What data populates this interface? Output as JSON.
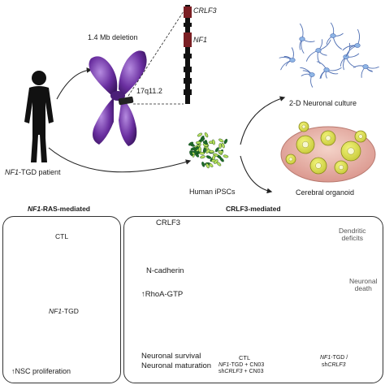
{
  "top": {
    "patient_prefix": "NF1",
    "patient_suffix": "-TGD patient",
    "deletion_label": "1.4 Mb deletion",
    "locus_label": "17q11.2",
    "gene_crlf3": "CRLF3",
    "gene_nf1": "NF1",
    "ipsc_label": "Human iPSCs",
    "culture_label": "2-D Neuronal culture",
    "organoid_label": "Cerebral organoid"
  },
  "left_panel": {
    "title_prefix": "NF1",
    "title_suffix": "-RAS-mediated",
    "ctl_label": "CTL",
    "tgd_prefix": "NF1",
    "tgd_suffix": "-TGD",
    "result_arrow": "↑",
    "result_text": "NSC proliferation"
  },
  "right_panel": {
    "title": "CRLF3-mediated",
    "pathway": [
      "CRLF3",
      "N-cadherin",
      "RhoA-GTP"
    ],
    "rhoa_arrow": "↑",
    "outcome_line1": "Neuronal survival",
    "outcome_line2": "Neuronal maturation",
    "dendritic_line1": "Dendritic",
    "dendritic_line2": "deficits",
    "death_line1": "Neuronal",
    "death_line2": "death",
    "ctl_label": "CTL",
    "ctl_sub1_prefix": "NF1",
    "ctl_sub1_suffix": "-TGD + CN03",
    "ctl_sub2_prefix": "sh",
    "ctl_sub2_mid": "CRLF3",
    "ctl_sub2_suffix": " + CN03",
    "tgd_line1_prefix": "NF1",
    "tgd_line1_suffix": "-TGD /",
    "tgd_line2_prefix": "sh",
    "tgd_line2_mid": "CRLF3"
  },
  "colors": {
    "chromosome": "#6a2fa0",
    "gene_bar": "#7a1f24",
    "neuron_blue": "#4f6fb3",
    "cell_green": "#6cbf3a",
    "cell_red": "#d0492a",
    "organoid_pink": "#e8b0a8",
    "organoid_yellow": "#d6d94a"
  }
}
